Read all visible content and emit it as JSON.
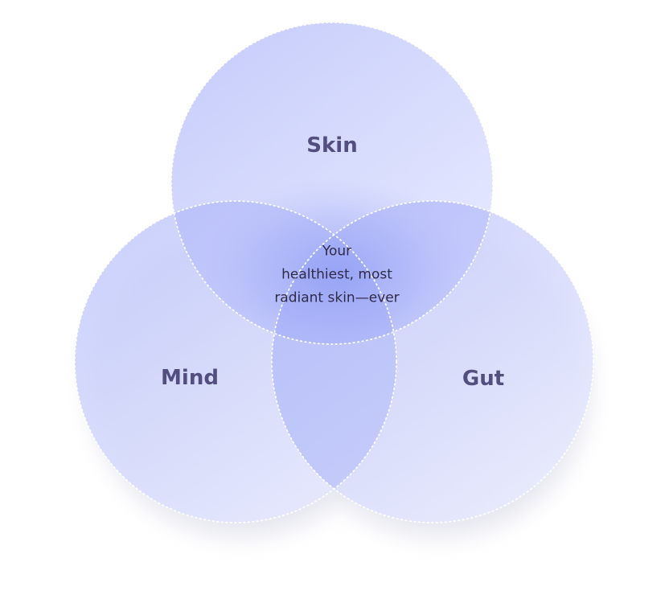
{
  "diagram": {
    "type": "venn",
    "circles": [
      {
        "id": "skin",
        "label": "Skin"
      },
      {
        "id": "mind",
        "label": "Mind"
      },
      {
        "id": "gut",
        "label": "Gut"
      }
    ],
    "center": {
      "lines": [
        "Your",
        "healthiest, most",
        "radiant skin—ever"
      ]
    }
  },
  "colors": {
    "circle_fill_light": "#e4e7ff",
    "circle_fill_mid": "#c7cdfc",
    "overlap_glow": "#8f9cf5",
    "outline": "#ffffff",
    "label": "#534e80",
    "center_text": "#2f2b48"
  }
}
